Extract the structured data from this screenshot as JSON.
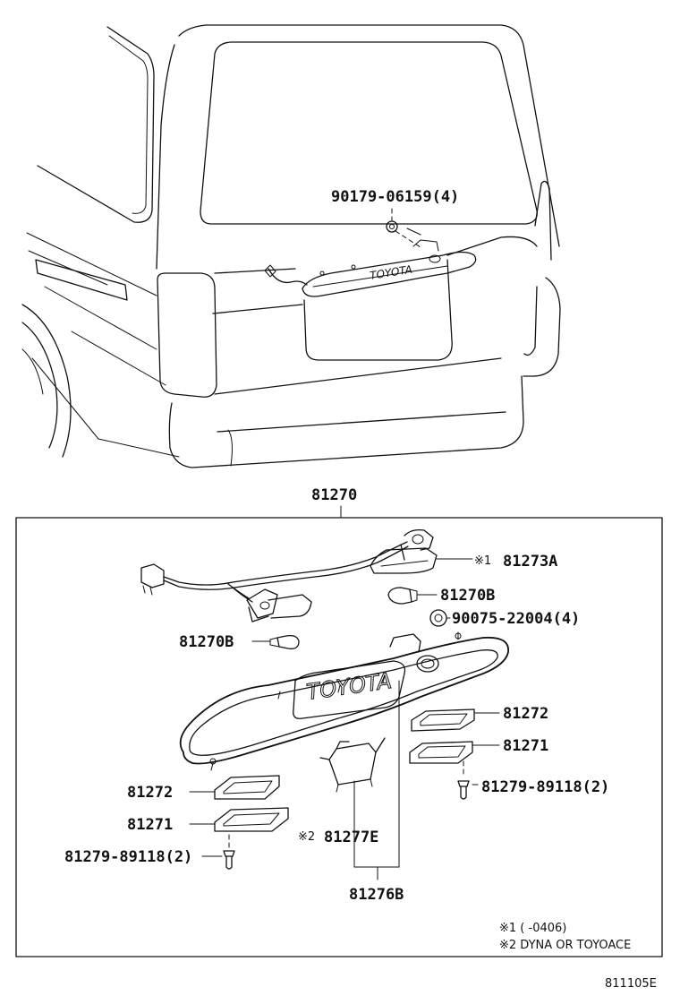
{
  "title_part": "81270",
  "parts": {
    "p_81273A": "81273A",
    "p_81270B_right": "81270B",
    "p_90075": "90075-22004(4)",
    "p_81270B_left": "81270B",
    "p_81272_right": "81272",
    "p_81271_right": "81271",
    "p_81279_right": "81279-89118(2)",
    "p_81272_left": "81272",
    "p_81271_left": "81271",
    "p_81279_left": "81279-89118(2)",
    "p_81277E": "81277E",
    "p_81276B": "81276B",
    "p_90179": "90179-06159(4)"
  },
  "markers": {
    "m1": "※1",
    "m2": "※2"
  },
  "brand": "TOYOTA",
  "notes": {
    "note1": "※1 (      -0406)",
    "note2": "※2 DYNA OR TOYOACE"
  },
  "figure_code": "811105E"
}
